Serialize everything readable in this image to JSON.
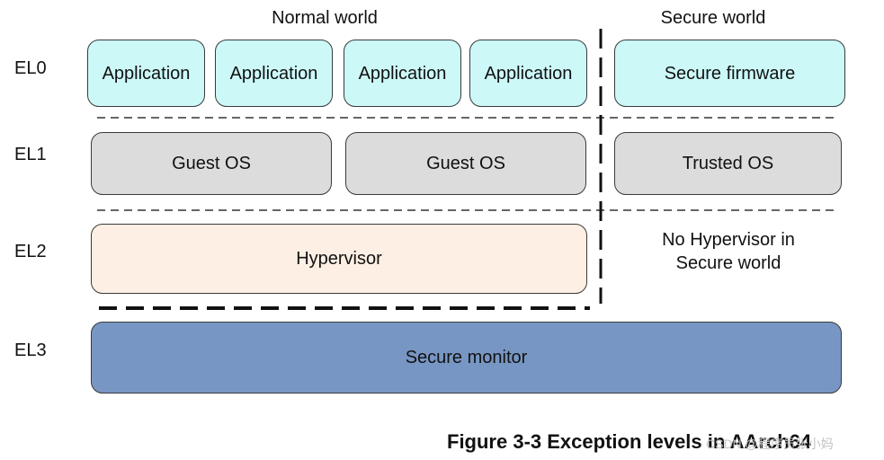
{
  "headings": {
    "normal_world": "Normal world",
    "secure_world": "Secure world"
  },
  "levels": {
    "el0": "EL0",
    "el1": "EL1",
    "el2": "EL2",
    "el3": "EL3"
  },
  "el0_boxes": {
    "app1": "Application",
    "app2": "Application",
    "app3": "Application",
    "app4": "Application",
    "secure_firmware": "Secure firmware"
  },
  "el1_boxes": {
    "guest_os_1": "Guest OS",
    "guest_os_2": "Guest OS",
    "trusted_os": "Trusted OS"
  },
  "el2_boxes": {
    "hypervisor": "Hypervisor",
    "no_hypervisor_line1": "No Hypervisor in",
    "no_hypervisor_line2": "Secure world"
  },
  "el3_boxes": {
    "secure_monitor": "Secure monitor"
  },
  "caption": "Figure 3-3 Exception levels in AArch64",
  "watermark": "CSDN @程序员张小妈",
  "colors": {
    "application_fill": "#ccf8f8",
    "guest_os_fill": "#dcdcdc",
    "hypervisor_fill": "#fdefe4",
    "secure_monitor_fill": "#7896c3",
    "border": "#3a3a3a"
  }
}
